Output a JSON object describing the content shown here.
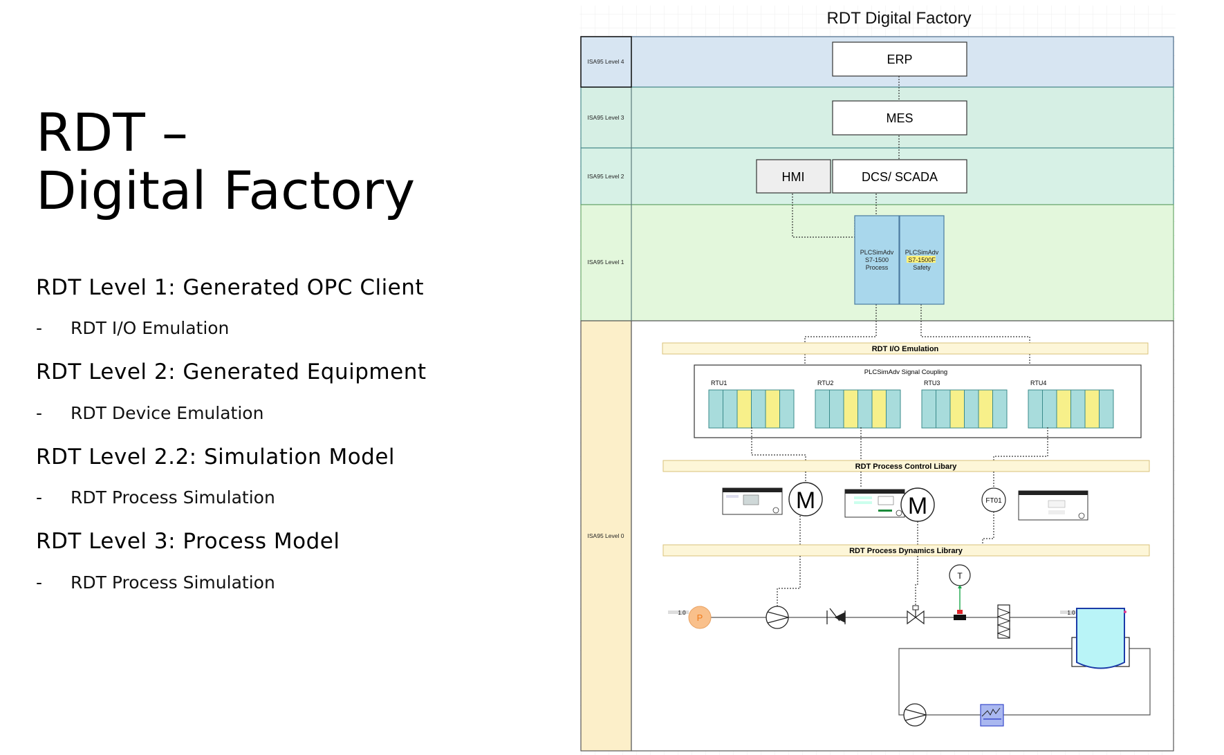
{
  "slide": {
    "title_line1": "RDT –",
    "title_line2": "Digital Factory",
    "bullets": [
      {
        "heading": "RDT Level 1:  Generated OPC Client",
        "sub": "RDT I/O Emulation"
      },
      {
        "heading": "RDT Level 2: Generated Equipment",
        "sub": "RDT Device Emulation"
      },
      {
        "heading": "RDT Level 2.2: Simulation Model",
        "sub": "RDT Process Simulation"
      },
      {
        "heading": "RDT Level 3: Process Model",
        "sub": "RDT Process Simulation"
      }
    ],
    "dash": "-"
  },
  "diagram": {
    "title": "RDT Digital Factory",
    "lanes": [
      {
        "label": "ISA95 Level 4",
        "color": "#d7e5f2"
      },
      {
        "label": "ISA95 Level 3",
        "color": "#d6efe4"
      },
      {
        "label": "ISA95 Level 2",
        "color": "#d7f1e6"
      },
      {
        "label": "ISA95 Level 1",
        "color": "#e3f7dc"
      },
      {
        "label": "ISA95 Level 0",
        "color": "#fcefc9"
      }
    ],
    "boxes": {
      "erp": "ERP",
      "mes": "MES",
      "hmi": "HMI",
      "dcs": "DCS/ SCADA",
      "plc1": [
        "PLCSimAdv",
        "S7-1500",
        "Process"
      ],
      "plc2": [
        "PLCSimAdv",
        "S7-1500F",
        "Safety"
      ]
    },
    "bars": {
      "io": "RDT I/O Emulation",
      "control": "RDT  Process Control Libary",
      "dynamics": "RDT Process Dynamics Library"
    },
    "coupling": {
      "title": "PLCSimAdv Signal Coupling",
      "rtus": [
        "RTU1",
        "RTU2",
        "RTU3",
        "RTU4"
      ]
    },
    "devices": {
      "motor_label": "M",
      "flow_label": "FT01",
      "temp_label": "T",
      "pump_label": "P",
      "source_value": "1.0",
      "tank_value": "1.0"
    },
    "colors": {
      "plc": "#a9d7ec",
      "module_cyan": "#a8dcdc",
      "module_yellow": "#f7f08a",
      "bar_fill": "#fdf6d8",
      "pump_orange": "#f9c08b",
      "tank": "#b9f4f7"
    }
  }
}
